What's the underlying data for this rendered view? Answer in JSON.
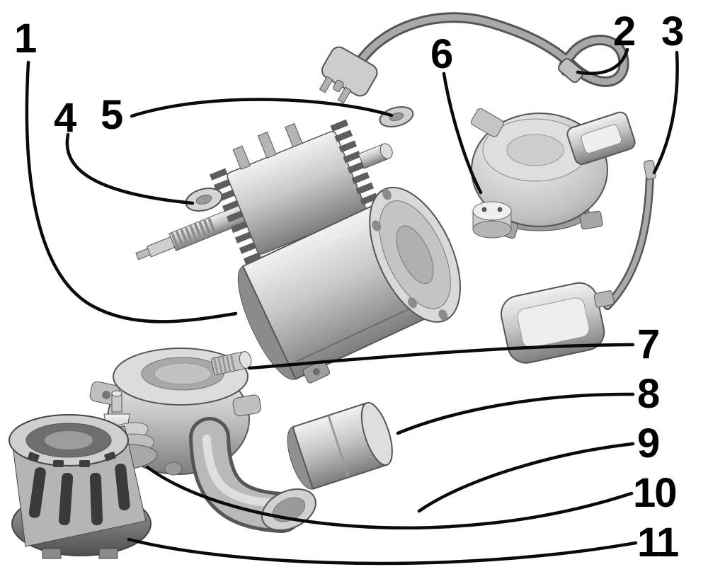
{
  "diagram": {
    "type": "exploded-parts-diagram",
    "subject": "Submersible pump exploded view",
    "background_color": "#ffffff",
    "callout_color": "#000000",
    "leader_line_color": "#0a0a0a",
    "metal_light": "#f0f0f0",
    "metal_mid": "#c8c8c8",
    "metal_dark": "#6f6f6f",
    "callouts": [
      {
        "label": "1",
        "points_to": "motor-body"
      },
      {
        "label": "2",
        "points_to": "power-cord-grommet"
      },
      {
        "label": "3",
        "points_to": "float-switch-cable"
      },
      {
        "label": "4",
        "points_to": "bearing-cap-left"
      },
      {
        "label": "5",
        "points_to": "bearing-cap-right"
      },
      {
        "label": "6",
        "points_to": "capacitor"
      },
      {
        "label": "7",
        "points_to": "shaft-seal-fitting"
      },
      {
        "label": "8",
        "points_to": "seal-housing-sleeve"
      },
      {
        "label": "9",
        "points_to": "discharge-elbow"
      },
      {
        "label": "10",
        "points_to": "impeller"
      },
      {
        "label": "11",
        "points_to": "strainer-base"
      }
    ]
  }
}
